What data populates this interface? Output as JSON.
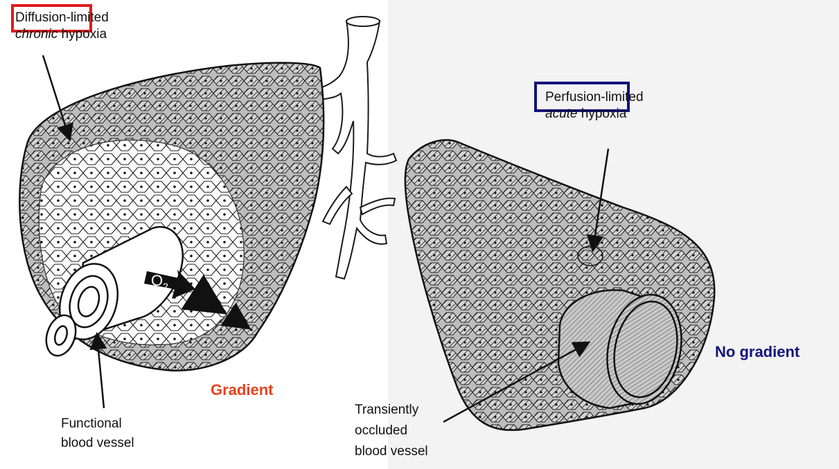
{
  "labels": {
    "diffusion_word": "Diffusion-",
    "diffusion_rest": "limited",
    "diffusion_italic": "chronic",
    "diffusion_tail": "hypoxia",
    "perfusion_word": "Perfusion-",
    "perfusion_rest": "limited",
    "perfusion_italic": "acute",
    "perfusion_tail": "hypoxia",
    "o2_symbol": "O",
    "o2_sub": "2",
    "functional_line1": "Functional",
    "functional_line2": "blood vessel",
    "transient_line1": "Transiently",
    "transient_line2": "occluded",
    "transient_line3": "blood vessel",
    "gradient": "Gradient",
    "no_gradient": "No gradient"
  },
  "colors": {
    "red_box": "#e01b1b",
    "blue_box": "#12127a",
    "gradient_text": "#e8421c",
    "no_gradient_text": "#12127a",
    "ink": "#1a1a1a"
  }
}
